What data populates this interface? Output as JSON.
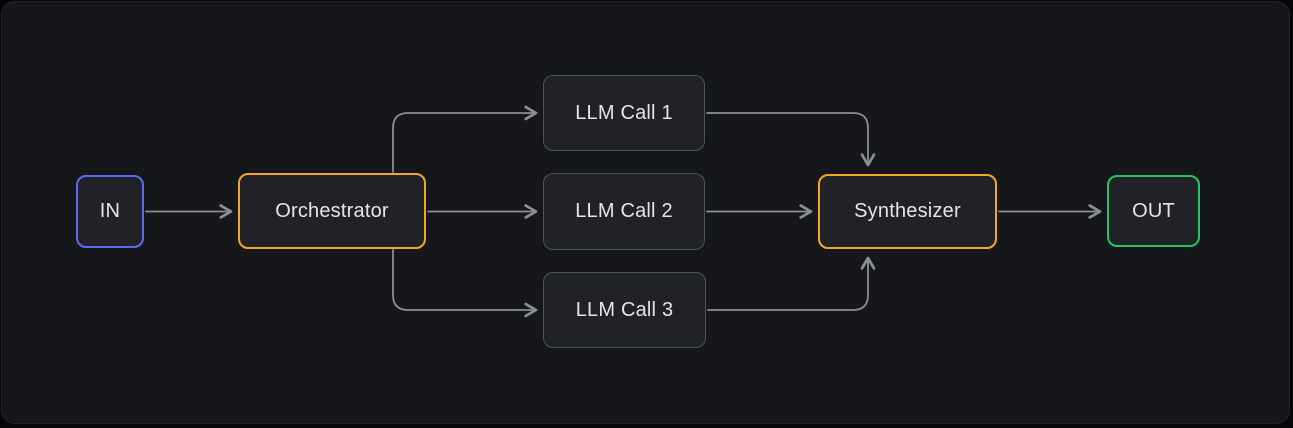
{
  "diagram": {
    "kind": "flowchart",
    "nodes": [
      {
        "id": "in",
        "label": "IN",
        "accent_color": "#5b6bf0"
      },
      {
        "id": "orchestrator",
        "label": "Orchestrator",
        "accent_color": "#f5a623"
      },
      {
        "id": "llm-call-1",
        "label": "LLM Call 1",
        "accent_color": "#4b5260"
      },
      {
        "id": "llm-call-2",
        "label": "LLM Call 2",
        "accent_color": "#4b5260"
      },
      {
        "id": "llm-call-3",
        "label": "LLM Call 3",
        "accent_color": "#4b5260"
      },
      {
        "id": "synthesizer",
        "label": "Synthesizer",
        "accent_color": "#f5a623"
      },
      {
        "id": "out",
        "label": "OUT",
        "accent_color": "#22c55e"
      }
    ],
    "edges": [
      {
        "from": "in",
        "to": "orchestrator"
      },
      {
        "from": "orchestrator",
        "to": "llm-call-1"
      },
      {
        "from": "orchestrator",
        "to": "llm-call-2"
      },
      {
        "from": "orchestrator",
        "to": "llm-call-3"
      },
      {
        "from": "llm-call-1",
        "to": "synthesizer"
      },
      {
        "from": "llm-call-2",
        "to": "synthesizer"
      },
      {
        "from": "llm-call-3",
        "to": "synthesizer"
      },
      {
        "from": "synthesizer",
        "to": "out"
      }
    ],
    "colors": {
      "canvas_background": "#060608",
      "card_background": "#16171b",
      "node_background": "#212228",
      "node_text": "#e3e5e8",
      "edge_stroke": "#8b8e96",
      "accent_blue": "#5b6bf0",
      "accent_amber": "#f5a623",
      "accent_slate": "#4b5260",
      "accent_green": "#22c55e"
    }
  }
}
